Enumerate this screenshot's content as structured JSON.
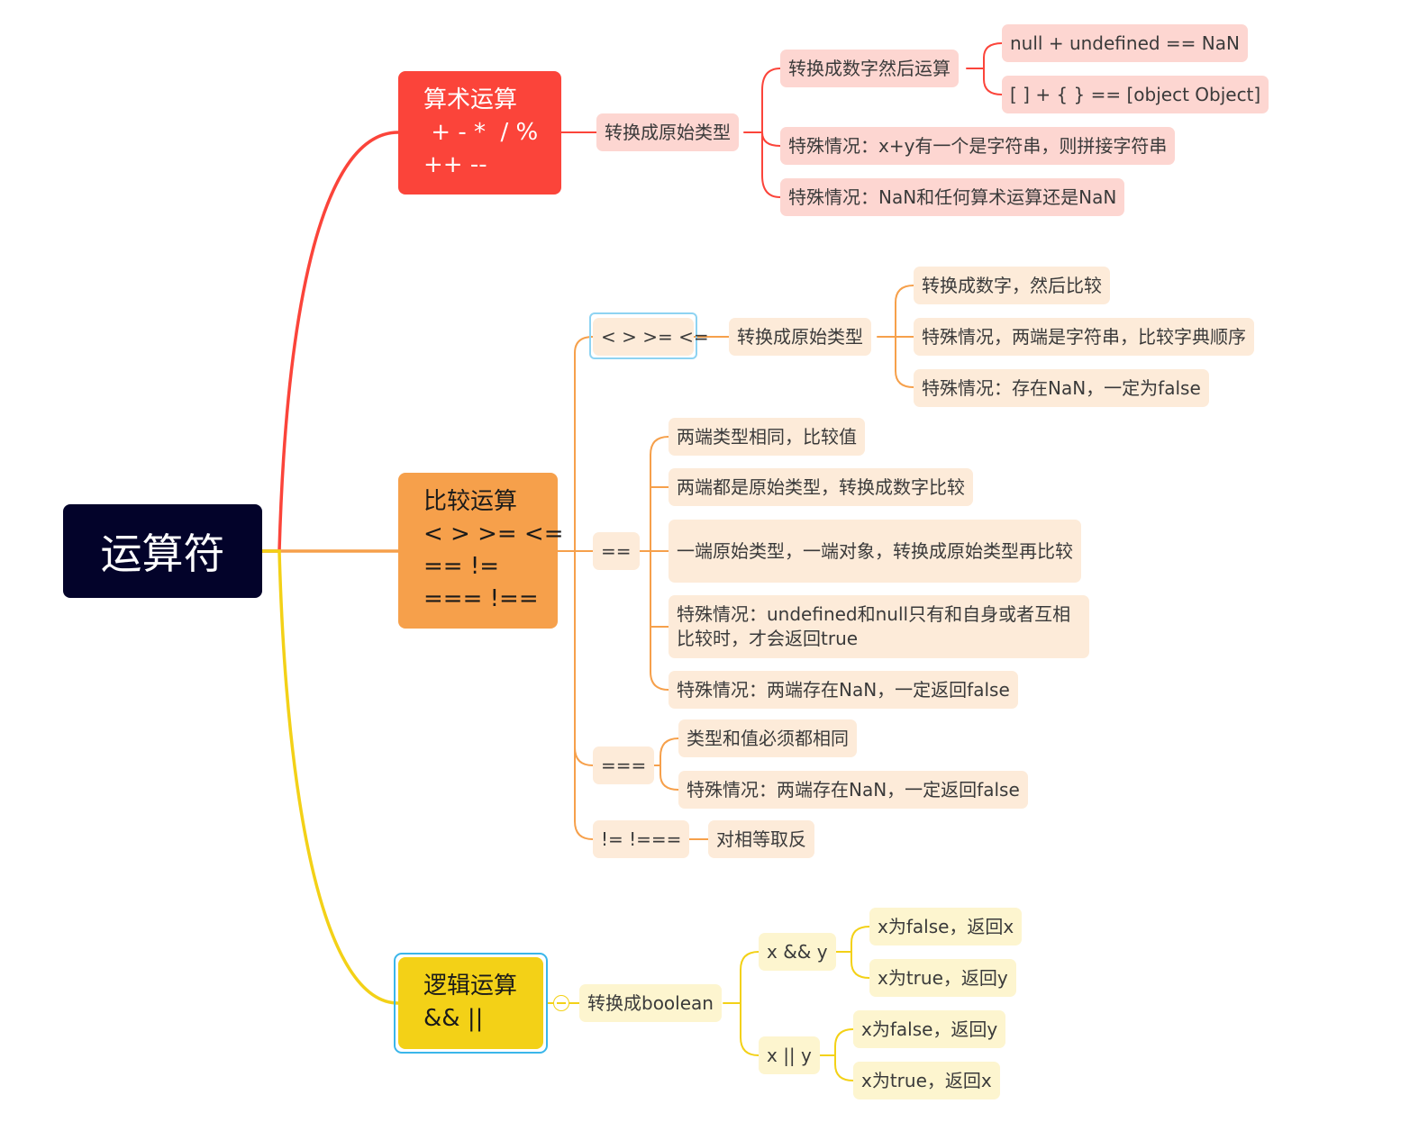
{
  "root": {
    "label": "运算符"
  },
  "arith": {
    "title": "算术运算\n + - *  / %\n++ --",
    "to_primitive": "转换成原始类型",
    "to_number": "转换成数字然后运算",
    "ex1": "null + undefined == NaN",
    "ex2": "[ ] + { } == [object Object]",
    "special1": "特殊情况：x+y有一个是字符串，则拼接字符串",
    "special2": "特殊情况：NaN和任何算术运算还是NaN"
  },
  "comp": {
    "title": "比较运算\n< > >= <=\n== !=\n=== !==",
    "relational": "< > >= <=",
    "rel_to_primitive": "转换成原始类型",
    "rel_to_number": "转换成数字，然后比较",
    "rel_string": "特殊情况，两端是字符串，比较字典顺序",
    "rel_nan": "特殊情况：存在NaN，一定为false",
    "loose_eq": "==",
    "eq_same_type": "两端类型相同，比较值",
    "eq_both_primitive": "两端都是原始类型，转换成数字比较",
    "eq_obj": "一端原始类型，一端对象，转换成原始类型再比较",
    "eq_null": "特殊情况：undefined和null只有和自身或者互相比较时，才会返回true",
    "eq_nan": "特殊情况：两端存在NaN，一定返回false",
    "strict_eq": "===",
    "seq_same": "类型和值必须都相同",
    "seq_nan": "特殊情况：两端存在NaN，一定返回false",
    "not_eq": "!= !===",
    "not_eq_desc": "对相等取反"
  },
  "logic": {
    "title": "逻辑运算\n&& ||",
    "to_boolean": "转换成boolean",
    "and": "x && y",
    "and_false": "x为false，返回x",
    "and_true": "x为true，返回y",
    "or": "x || y",
    "or_false": "x为false，返回y",
    "or_true": "x为true，返回x"
  },
  "colors": {
    "root": "#03032a",
    "arith": "#fb443a",
    "comp": "#f6a04b",
    "logic": "#f3d117",
    "selection": "#3ab6ea"
  }
}
